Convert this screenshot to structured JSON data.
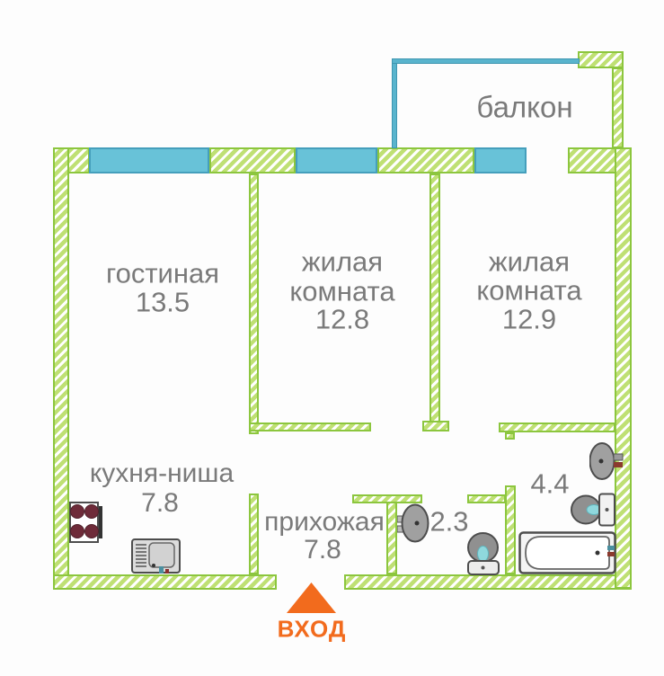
{
  "title": "apartment floor plan",
  "palette": {
    "wall_border_green": "#8cc63e",
    "wall_hatch_green": "#bfe074",
    "window_fill_blue": "#68c2d8",
    "window_border_blue": "#459fbc",
    "balcony_line_blue": "#59b4cd",
    "label_gray": "#7a7a7a",
    "entrance_orange": "#f26b1d",
    "fixture_gray": "#9c9c9c",
    "fixture_outline": "#4d4d4d",
    "burner_maroon": "#6e2b39",
    "water_teal": "#8fd8dd"
  },
  "rooms": {
    "balcony": {
      "name": "балкон"
    },
    "living": {
      "name": "гостиная",
      "area": "13.5"
    },
    "bedroom1": {
      "name_line1": "жилая",
      "name_line2": "комната",
      "area": "12.8"
    },
    "bedroom2": {
      "name_line1": "жилая",
      "name_line2": "комната",
      "area": "12.9"
    },
    "kitchen": {
      "name": "кухня-ниша",
      "area": "7.8"
    },
    "hallway": {
      "name": "прихожая",
      "area": "7.8"
    },
    "wc": {
      "area": "2.3"
    },
    "bathroom": {
      "area": "4.4"
    }
  },
  "entrance": {
    "label": "ВХОД"
  },
  "fixtures": {
    "kitchen": [
      "stove",
      "kitchen-sink"
    ],
    "wc": [
      "wash-basin",
      "toilet"
    ],
    "bathroom": [
      "wash-basin",
      "toilet",
      "bathtub"
    ]
  }
}
